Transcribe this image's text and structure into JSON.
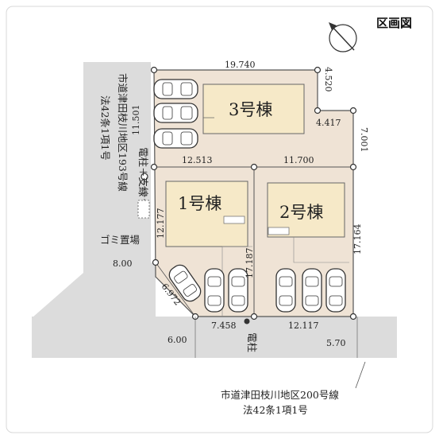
{
  "title": "区画図",
  "road_west": {
    "name_lines": [
      "市道津田枝川地区193号線",
      "法42条1項1号"
    ]
  },
  "road_south": {
    "name_line1": "市道津田枝川地区200号線",
    "name_line2": "法42条1項1号"
  },
  "units": {
    "unit3": "3号棟",
    "unit1": "1号棟",
    "unit2": "2号棟"
  },
  "labels": {
    "pole_support": "電柱＋支線",
    "garbage": "ゴミ置場",
    "pole": "電柱"
  },
  "dimensions": {
    "top": "19.740",
    "right_step_vert": "4.520",
    "step_horiz": "4.417",
    "right_upper": "7.001",
    "lot3_left": "11.501",
    "lot3_bottom_left": "12.513",
    "lot3_bottom_right": "11.700",
    "lot1_left": "12.177",
    "lot1_right": "17.187",
    "lot2_right": "17.164",
    "corner_width": "8.00",
    "corner_cut": "6.972",
    "lot1_bottom": "7.458",
    "lot2_bottom": "12.117",
    "road_width_left": "6.00",
    "road_width_right": "5.70"
  }
}
